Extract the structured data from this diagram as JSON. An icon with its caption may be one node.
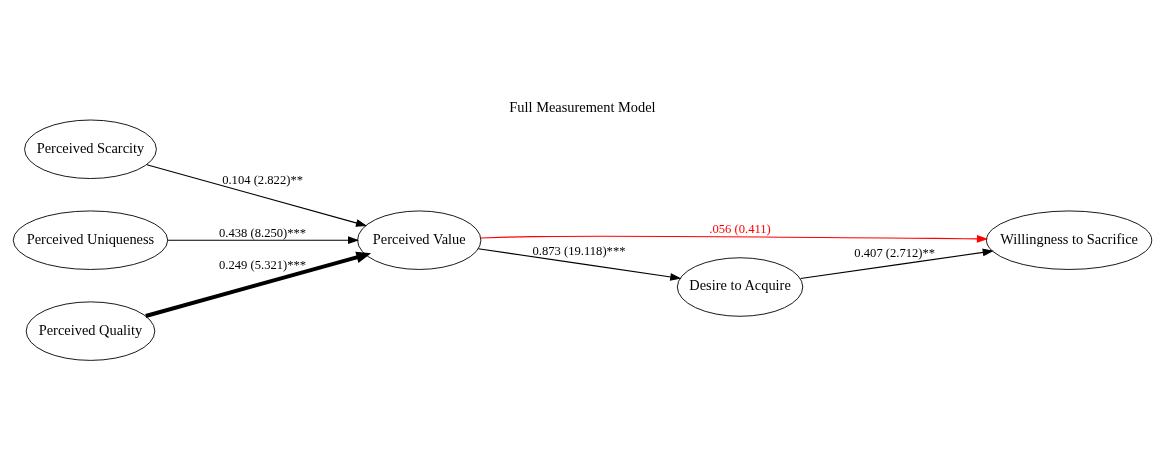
{
  "diagram": {
    "title": "Full Measurement Model",
    "nodes": [
      {
        "text": [
          "Perceived Scarcity"
        ]
      },
      {
        "text": [
          "Perceived Uniqueness"
        ]
      },
      {
        "text": [
          "Perceived Quality"
        ]
      },
      {
        "text": [
          "Perceived Value"
        ]
      },
      {
        "text": [
          "Willingness to Sacrifice"
        ]
      },
      {
        "text": [
          "Desire to Acquire"
        ]
      }
    ],
    "edges": [
      {
        "from": 0,
        "to": 3,
        "arrow": "to",
        "label": "0.104 (2.822)**"
      },
      {
        "from": 1,
        "to": 3,
        "arrow": "to",
        "label": "0.438 (8.250)***"
      },
      {
        "from": 2,
        "to": 3,
        "arrow": "to",
        "label": "0.249 (5.321)***",
        "style": "thick"
      },
      {
        "from": 3,
        "to": 4,
        "arrow": "to",
        "label": ".056 (0.411)",
        "color": "#ff0000"
      },
      {
        "from": 3,
        "to": 5,
        "arrow": "to",
        "label": "0.873 (19.118)***"
      },
      {
        "from": 5,
        "to": 4,
        "arrow": "to",
        "label": "0.407 (2.712)**"
      }
    ]
  }
}
